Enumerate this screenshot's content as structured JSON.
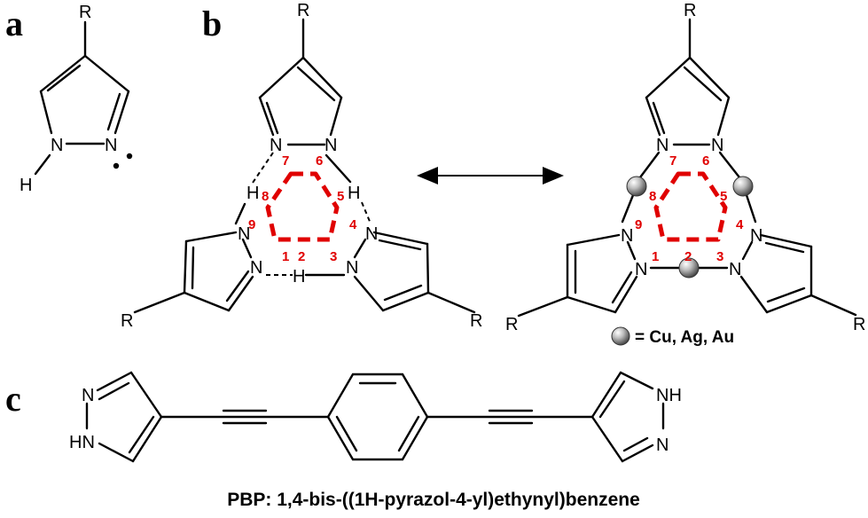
{
  "panels": {
    "a": {
      "label": "a",
      "R": "R",
      "N1": "N",
      "N2": "N",
      "H": "H"
    },
    "b": {
      "label": "b",
      "left": {
        "R_top": "R",
        "R_left": "R",
        "R_right": "R",
        "N_top_left": "N",
        "N_top_right": "N",
        "N_left_top": "N",
        "N_left_bottom": "N",
        "N_right_top": "N",
        "N_right_bottom": "N",
        "H_left": "H",
        "H_right": "H",
        "H_bottom": "H",
        "ring_numbers": [
          "1",
          "2",
          "3",
          "4",
          "5",
          "6",
          "7",
          "8",
          "9"
        ]
      },
      "right": {
        "R_top": "R",
        "R_left": "R",
        "R_right": "R",
        "N_top_left": "N",
        "N_top_right": "N",
        "N_left_top": "N",
        "N_left_bottom": "N",
        "N_right_top": "N",
        "N_right_bottom": "N",
        "ring_numbers": [
          "1",
          "2",
          "3",
          "4",
          "5",
          "6",
          "7",
          "8",
          "9"
        ]
      },
      "legend": "= Cu, Ag, Au"
    },
    "c": {
      "label": "c",
      "left_N_top": "N",
      "left_NH": "HN",
      "right_NH": "NH",
      "right_N_bottom": "N",
      "caption": "PBP: 1,4-bis-((1H-pyrazol-4-yl)ethynyl)benzene"
    }
  },
  "colors": {
    "ring": "#e00000",
    "metal": "#9a9a9a",
    "text": "#000000"
  }
}
